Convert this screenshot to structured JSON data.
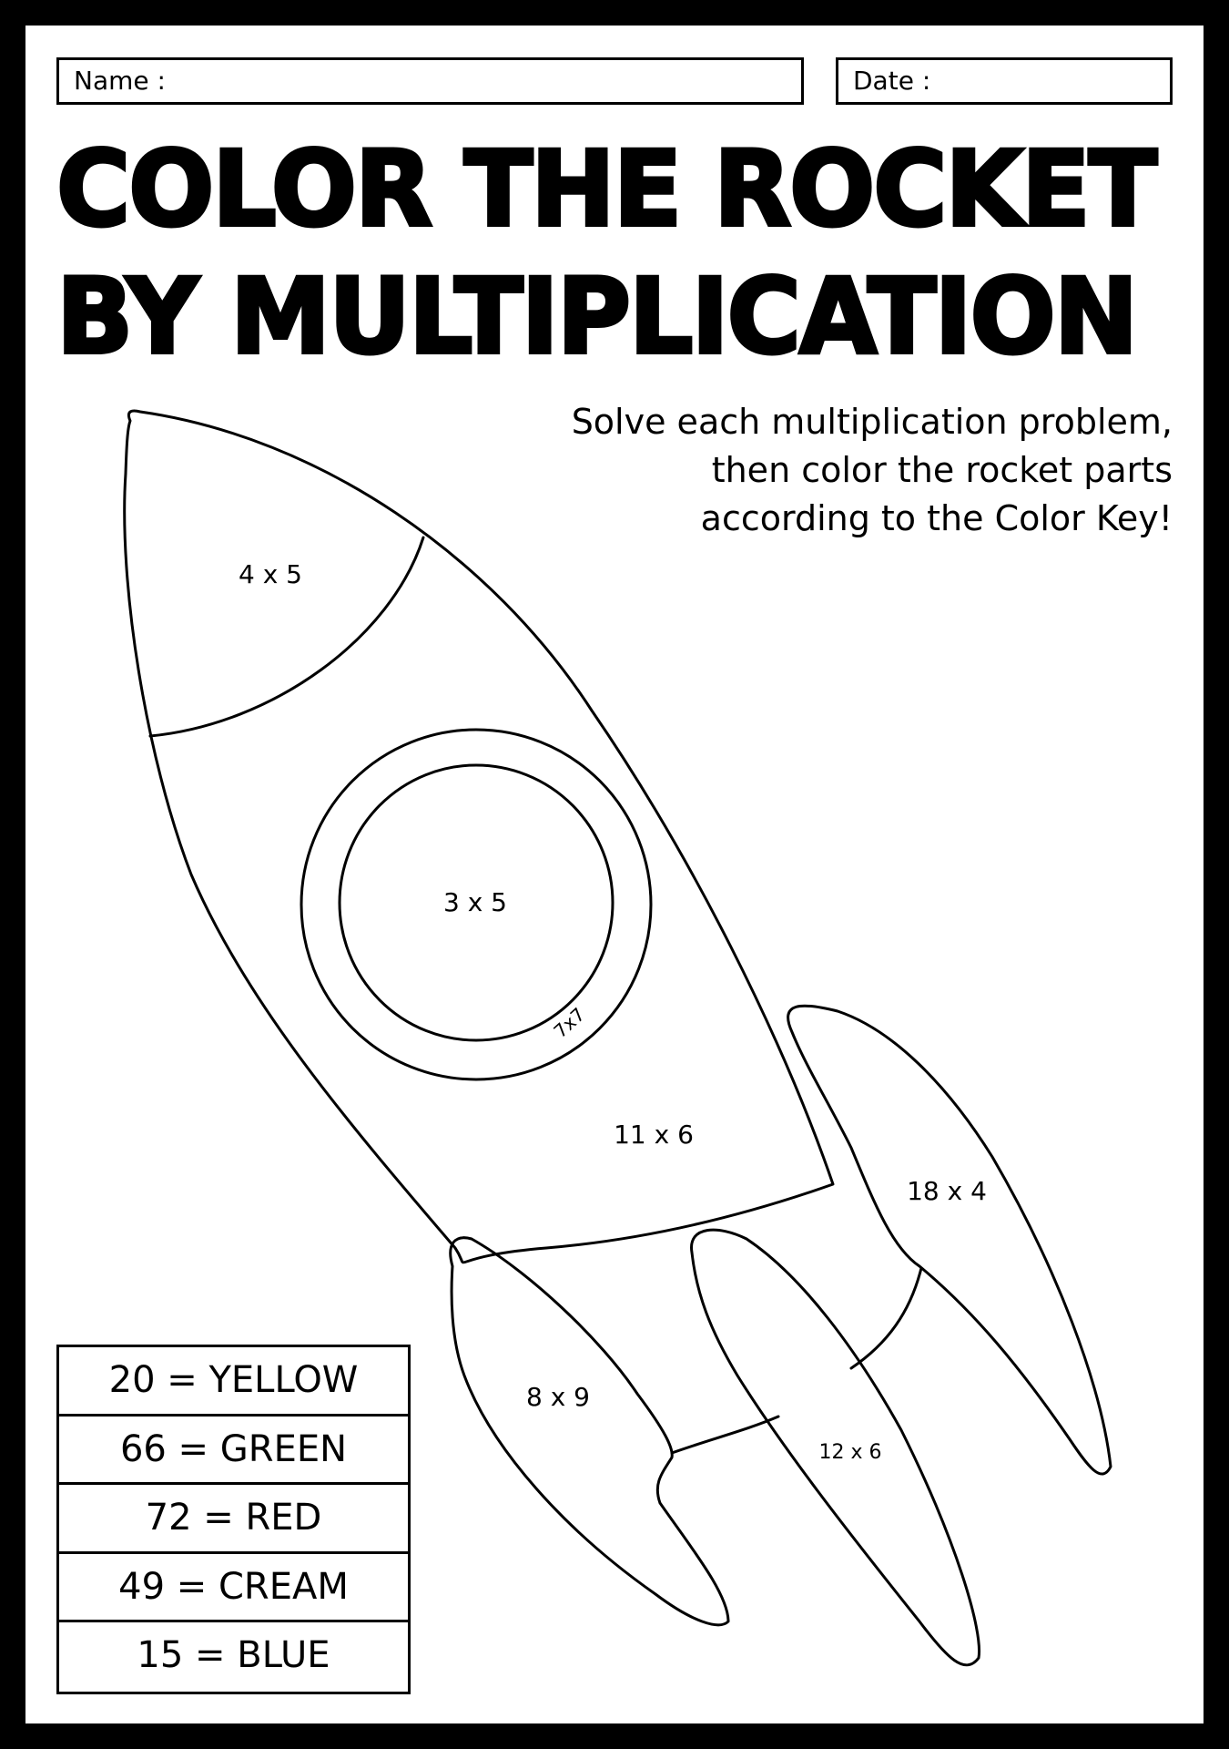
{
  "header": {
    "name_label": "Name :",
    "date_label": "Date :"
  },
  "title": {
    "line1": "COLOR THE ROCKET",
    "line2": "BY MULTIPLICATION"
  },
  "instructions": {
    "line1": "Solve each multiplication problem,",
    "line2": "then color the rocket parts",
    "line3": "according to the Color Key!"
  },
  "rocket_parts": {
    "nose": "4 x 5",
    "window": "3 x 5",
    "window_ring": "7x7",
    "body": "11 x 6",
    "right_fin": "18 x 4",
    "left_fin": "8 x 9",
    "middle_fin": "12 x 6"
  },
  "color_key": [
    "20 = YELLOW",
    "66 = GREEN",
    "72 = RED",
    "49 = CREAM",
    "15 = BLUE"
  ]
}
